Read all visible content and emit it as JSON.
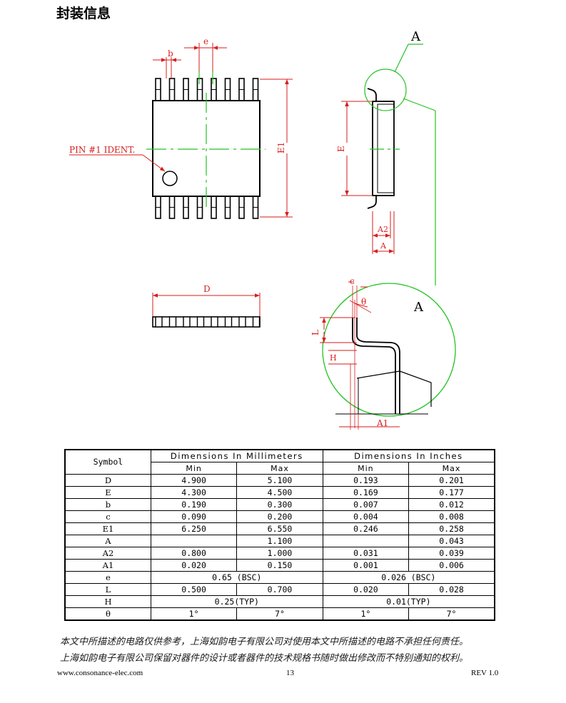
{
  "page": {
    "title": "封装信息"
  },
  "drawing": {
    "labels": {
      "e": "e",
      "b": "b",
      "pin1": "PIN #1 IDENT.",
      "E1": "E1",
      "E": "E",
      "A_detail": "A",
      "A2": "A2",
      "A": "A",
      "D": "D",
      "c": "c",
      "theta": "θ",
      "L": "L",
      "H": "H",
      "A1": "A1"
    }
  },
  "table": {
    "symbol_header": "Symbol",
    "group_mm": "Dimensions In Millimeters",
    "group_in": "Dimensions In Inches",
    "min": "Min",
    "max": "Max",
    "rows": [
      {
        "sym": "D",
        "mm_min": "4.900",
        "mm_max": "5.100",
        "in_min": "0.193",
        "in_max": "0.201"
      },
      {
        "sym": "E",
        "mm_min": "4.300",
        "mm_max": "4.500",
        "in_min": "0.169",
        "in_max": "0.177"
      },
      {
        "sym": "b",
        "mm_min": "0.190",
        "mm_max": "0.300",
        "in_min": "0.007",
        "in_max": "0.012"
      },
      {
        "sym": "c",
        "mm_min": "0.090",
        "mm_max": "0.200",
        "in_min": "0.004",
        "in_max": "0.008"
      },
      {
        "sym": "E1",
        "mm_min": "6.250",
        "mm_max": "6.550",
        "in_min": "0.246",
        "in_max": "0.258"
      },
      {
        "sym": "A",
        "mm_min": "",
        "mm_max": "1.100",
        "in_min": "",
        "in_max": "0.043"
      },
      {
        "sym": "A2",
        "mm_min": "0.800",
        "mm_max": "1.000",
        "in_min": "0.031",
        "in_max": "0.039"
      },
      {
        "sym": "A1",
        "mm_min": "0.020",
        "mm_max": "0.150",
        "in_min": "0.001",
        "in_max": "0.006"
      }
    ],
    "row_e": {
      "sym": "e",
      "mm": "0.65 (BSC)",
      "in": "0.026 (BSC)"
    },
    "row_L": {
      "sym": "L",
      "mm_min": "0.500",
      "mm_max": "0.700",
      "in_min": "0.020",
      "in_max": "0.028"
    },
    "row_H": {
      "sym": "H",
      "mm": "0.25(TYP)",
      "in": "0.01(TYP)"
    },
    "row_theta": {
      "sym": "θ",
      "mm_min": "1°",
      "mm_max": "7°",
      "in_min": "1°",
      "in_max": "7°"
    }
  },
  "disclaimer": {
    "line1": "本文中所描述的电路仅供参考，上海如韵电子有限公司对使用本文中所描述的电路不承担任何责任。",
    "line2": "上海如韵电子有限公司保留对器件的设计或者器件的技术规格书随时做出修改而不特别通知的权利。"
  },
  "footer": {
    "website": "www.consonance-elec.com",
    "page_number": "13",
    "revision": "REV 1.0"
  },
  "colors": {
    "dimension_red": "#d81e1e",
    "centerline_green": "#22c322",
    "outline_black": "#000000"
  }
}
